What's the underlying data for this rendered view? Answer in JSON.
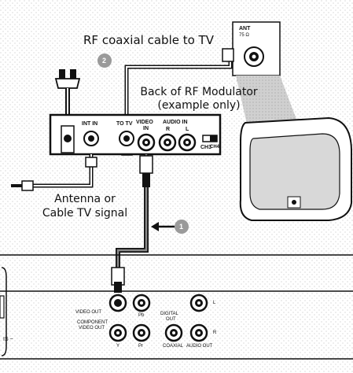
{
  "labels": {
    "rf_cable": "RF coaxial cable to TV",
    "back_modulator_line1": "Back of RF Modulator",
    "back_modulator_line2": "(example only)",
    "antenna_line1": "Antenna or",
    "antenna_line2": "Cable TV signal"
  },
  "steps": {
    "step1": "1",
    "step2": "2"
  },
  "tv": {
    "ant_label": "ANT",
    "ant_sub": "75 Ω"
  },
  "modulator_jacks": {
    "int_in": "INT IN",
    "to_tv": "TO TV",
    "video": "VIDEO",
    "video_sub": "IN",
    "audio": "AUDIO IN",
    "audio_r": "R",
    "audio_l": "L",
    "ch3": "CH3",
    "ch4": "CH4"
  },
  "player_jacks": {
    "video_out": "VIDEO OUT",
    "component_line1": "COMPONENT",
    "component_line2": "VIDEO OUT",
    "pb": "Pb",
    "digital_line1": "DIGITAL",
    "digital_line2": "OUT",
    "y": "Y",
    "pr": "Pr",
    "coaxial": "COAXIAL",
    "audio_out": "AUDIO OUT",
    "l": "L",
    "r": "R",
    "power_mark": "IS ~"
  },
  "colors": {
    "ink": "#111111",
    "step_badge": "#9a9a9a",
    "tv_screen": "#d8d8d8"
  }
}
